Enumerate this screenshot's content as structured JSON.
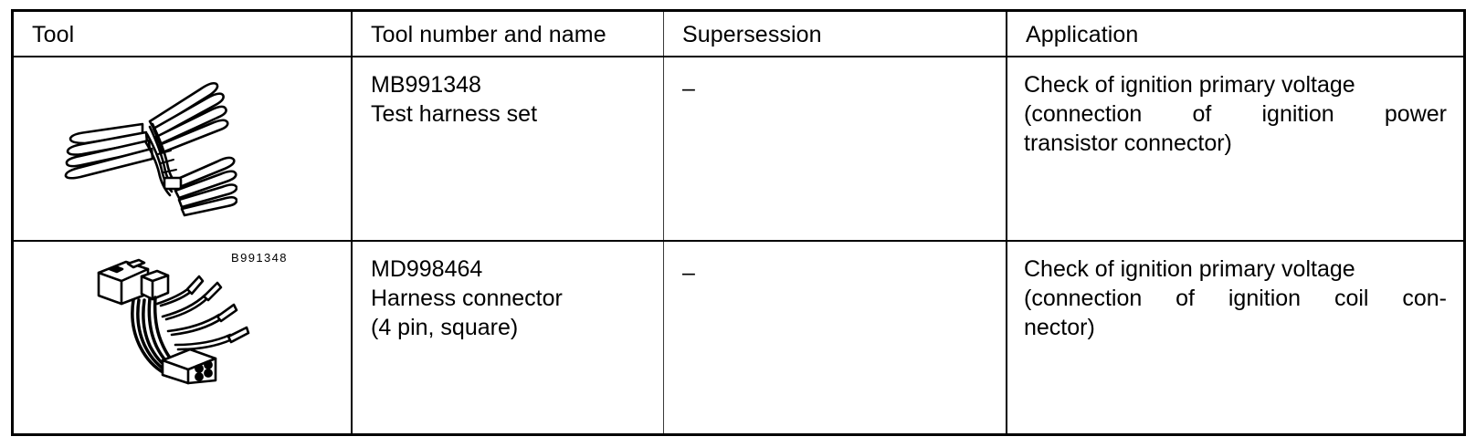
{
  "table": {
    "headers": [
      {
        "label": "Tool"
      },
      {
        "label": "Tool number and name"
      },
      {
        "label": "Supersession"
      },
      {
        "label": "Application"
      }
    ],
    "rows": [
      {
        "illustration_name": "test-harness-set-illustration",
        "part_caption": "B991348",
        "tool_number": "MB991348",
        "tool_name": "Test harness set",
        "tool_detail": "",
        "supersession": "–",
        "application_lines": [
          "Check of ignition primary voltage",
          "(connection of ignition power",
          "transistor connector)"
        ]
      },
      {
        "illustration_name": "harness-connector-illustration",
        "part_caption": "",
        "tool_number": "MD998464",
        "tool_name": "Harness connector",
        "tool_detail": "(4 pin, square)",
        "supersession": "–",
        "application_lines": [
          "Check of ignition primary voltage",
          "(connection of ignition coil con-",
          "nector)"
        ]
      }
    ]
  },
  "colors": {
    "ink": "#000000",
    "paper": "#ffffff",
    "rule_light": "#3a3a3a"
  }
}
